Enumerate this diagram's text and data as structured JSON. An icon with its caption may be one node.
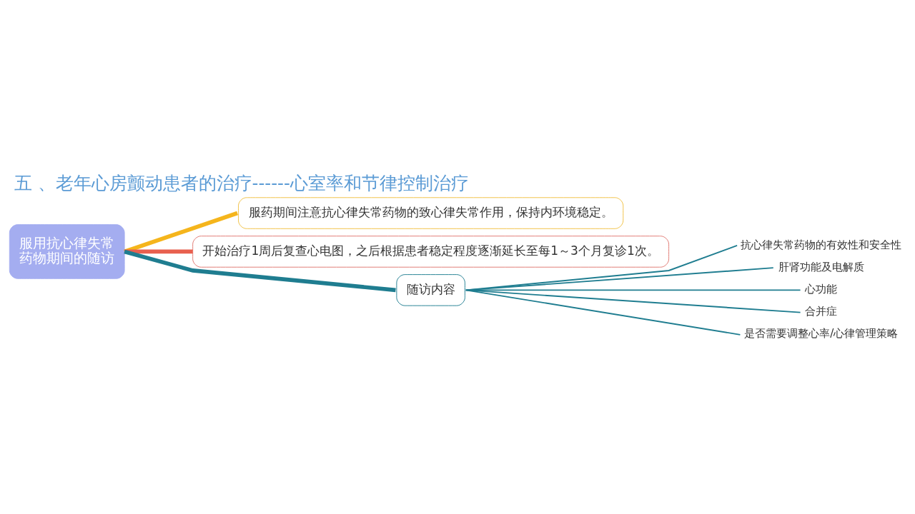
{
  "diagram": {
    "title": "五 、老年心房颤动患者的治疗------心室率和节律控制治疗",
    "nodes": [
      {
        "text": [
          "服用抗心律失常药物期间的随访"
        ]
      },
      {
        "text": [
          "服药期间注意抗心律失常药物的致心律失常作用，保持内环境稳定。"
        ]
      },
      {
        "text": [
          "开始治疗1周后复查心电图，之后根据患者稳定程度逐渐延长至每1～3个月复诊1次。"
        ]
      },
      {
        "text": [
          "随访内容"
        ]
      },
      {
        "text": [
          "抗心律失常药物的有效性和安全性"
        ]
      },
      {
        "text": [
          "肝肾功能及电解质"
        ]
      },
      {
        "text": [
          "心功能"
        ]
      },
      {
        "text": [
          "合并症"
        ]
      },
      {
        "text": [
          "是否需要调整心率/心律管理策略"
        ]
      }
    ],
    "edges": [
      {
        "from": 0,
        "to": 1,
        "arrow": "none",
        "style": "thick",
        "color": "#f5b51c"
      },
      {
        "from": 0,
        "to": 2,
        "arrow": "none",
        "style": "thick",
        "color": "#e8604f"
      },
      {
        "from": 0,
        "to": 3,
        "arrow": "none",
        "style": "thick"
      },
      {
        "from": 3,
        "to": 4,
        "arrow": "none"
      },
      {
        "from": 3,
        "to": 5,
        "arrow": "none"
      },
      {
        "from": 3,
        "to": 6,
        "arrow": "none"
      },
      {
        "from": 3,
        "to": 7,
        "arrow": "none"
      },
      {
        "from": 3,
        "to": 8,
        "arrow": "none"
      }
    ]
  }
}
